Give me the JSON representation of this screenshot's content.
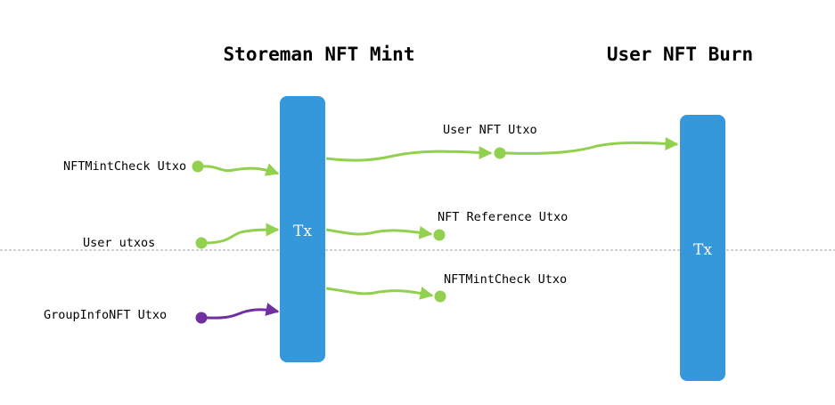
{
  "titles": {
    "left": "Storeman NFT Mint",
    "right": "User NFT Burn"
  },
  "transactions": {
    "mint_tx_label": "Tx",
    "burn_tx_label": "Tx"
  },
  "inputs": {
    "nftmintcheck": "NFTMintCheck Utxo",
    "user_utxos": "User utxos",
    "groupinfo": "GroupInfoNFT Utxo"
  },
  "outputs": {
    "user_nft": "User NFT Utxo",
    "nft_reference": "NFT Reference Utxo",
    "nftmintcheck": "NFTMintCheck Utxo"
  },
  "colors": {
    "tx_box": "#3498db",
    "green_arrow": "#92d050",
    "purple_arrow": "#7030a0",
    "divider": "#a6a6a6"
  }
}
